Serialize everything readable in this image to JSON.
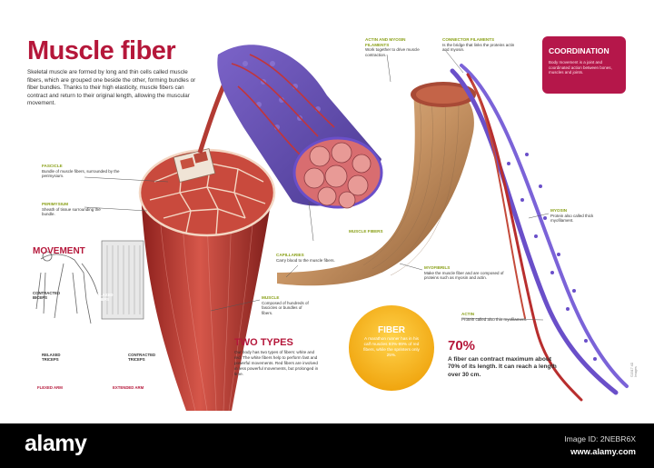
{
  "title": "Muscle fiber",
  "intro": "Skeletal muscle are formed by long and thin cells called muscle fibers, which are grouped one beside the other, forming bundles or fiber bundles. Thanks to their high elasticity, muscle fibers can contract and return to their original length, allowing the muscular movement.",
  "coordination": {
    "title": "COORDINATION",
    "text": "Body movement is a joint and coordinated action between bones, muscles and joints."
  },
  "labels": {
    "fascicle": {
      "heading": "FASCICLE",
      "text": "Bundle of muscle fibers, surrounded by the perimysium."
    },
    "perimysium": {
      "heading": "PERIMYSIUM",
      "text": "Sheath of tissue surrounding the bundle."
    },
    "actin_myosin": {
      "heading": "ACTIN AND MYOSIN FILAMENTS",
      "text": "Work together to drive muscle contraction."
    },
    "connector": {
      "heading": "CONNECTOR FILAMENTS",
      "text": "Is the bridge that links the proteins actin and myosin."
    },
    "muscle_fibers": {
      "heading": "MUSCLE FIBERS",
      "text": ""
    },
    "capillaries": {
      "heading": "CAPILLARIES",
      "text": "Carry blood to the muscle fibers."
    },
    "myofibrils": {
      "heading": "MYOFIBRILS",
      "text": "Make the muscle fiber and are composed of proteins such as myosin and actin."
    },
    "myosin": {
      "heading": "MYOSIN",
      "text": "Protein also called thick myofilament."
    },
    "actin": {
      "heading": "ACTIN",
      "text": "Protein called also thin myofilament."
    },
    "muscle": {
      "heading": "MUSCLE",
      "text": "Composed of hundreds of fascicles or bundles of fibers."
    }
  },
  "movement": {
    "title": "MOVEMENT",
    "contracted_biceps": "CONTRACTED BICEPS",
    "relaxed_biceps": "RELAXED BICEPS",
    "relaxed_triceps": "RELAXED TRICEPS",
    "contracted_triceps": "CONTRACTED TRICEPS",
    "flexed_arm": "FLEXED ARM",
    "extended_arm": "EXTENDED ARM"
  },
  "two_types": {
    "title": "TWO TYPES",
    "text": "Our body has two types of fibers: white and red. The white fibers help to perform fast and powerful movements. Red fibers are involved in less powerful movements, but prolonged in time."
  },
  "fiber_callout": {
    "title": "FIBER",
    "text": "A marathon runner has in his calf muscles 93%-99% of red fibers, while the sprinters only 25%."
  },
  "percent_callout": {
    "title": "70%",
    "text": "A fiber can contract maximum about 70% of its length. It can reach a length over 30 cm."
  },
  "credit": "©2017 4D Images",
  "watermark": {
    "brand": "alamy",
    "image_id": "Image ID: 2NEBR6X",
    "site": "www.alamy.com"
  },
  "colors": {
    "accent_red": "#b5173a",
    "label_green": "#8aa018",
    "callout_yellow": "#f5b51c",
    "myosin_purple": "#6a4fc9"
  }
}
